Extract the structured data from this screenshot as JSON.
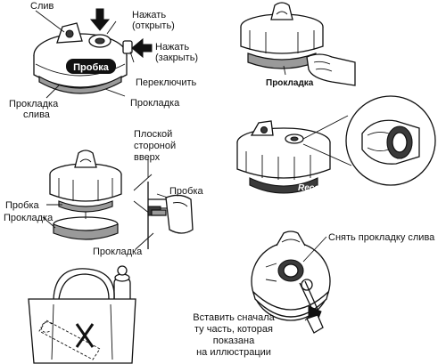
{
  "labels": {
    "drain": "Слив",
    "press_open": "Нажать\n(открыть)",
    "press_close": "Нажать\n(закрыть)",
    "stopper_badge": "Пробка",
    "toggle": "Переключить",
    "drain_gasket": "Прокладка\nслива",
    "gasket": "Прокладка",
    "flat_side_up": "Плоской\nстороной\nвверх",
    "stopper": "Пробка",
    "remove_drain_gasket": "Снять прокладку слива",
    "insert_first": "Вставить сначала\nту часть, которая\nпоказана\nна иллюстрации"
  },
  "colors": {
    "ink": "#111111",
    "gasket_gray": "#9a9a9a",
    "badge_fill": "#111111",
    "badge_text": "#ffffff"
  }
}
